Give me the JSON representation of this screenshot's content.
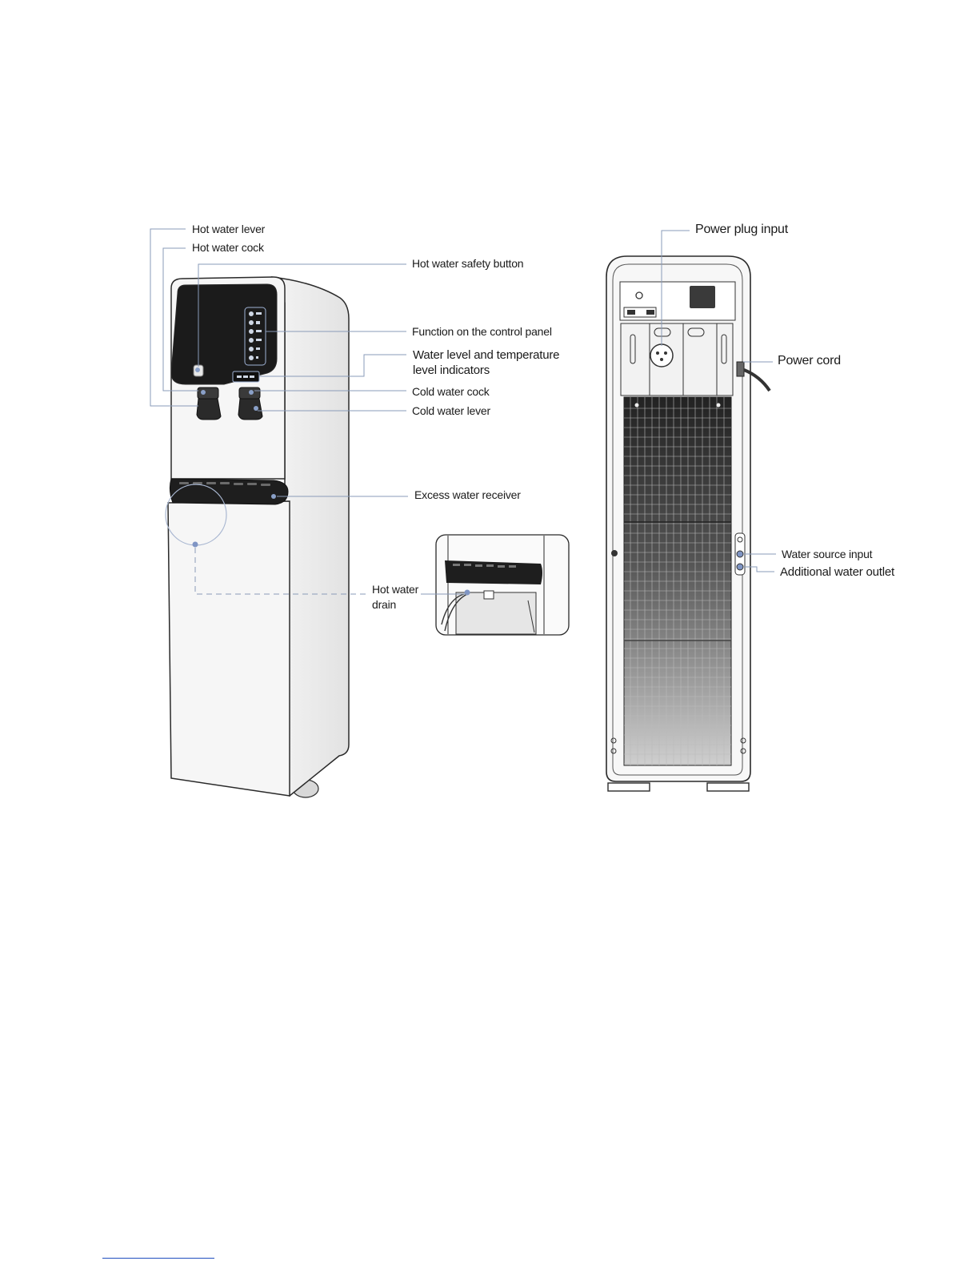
{
  "front_labels": {
    "hot_water_lever": "Hot water lever",
    "hot_water_cock": "Hot water cock",
    "hot_water_safety_button": "Hot water safety button",
    "function_control_panel": "Function on the control panel",
    "water_level_indicators_line1": "Water level and temperature",
    "water_level_indicators_line2": "level indicators",
    "cold_water_cock": "Cold water cock",
    "cold_water_lever": "Cold water lever",
    "excess_water_receiver": "Excess water receiver",
    "hot_water_drain_line1": "Hot water",
    "hot_water_drain_line2": "drain"
  },
  "rear_labels": {
    "power_plug_input": "Power plug input",
    "power_cord": "Power cord",
    "water_source_input": "Water source input",
    "additional_water_outlet": "Additional water outlet"
  },
  "colors": {
    "leader_line": "#8a9bb8",
    "callout_dot": "#7f95c4",
    "body_outline": "#2a2a2a",
    "panel_black": "#1b1b1b",
    "footnote_rule": "#1f4fbf"
  }
}
